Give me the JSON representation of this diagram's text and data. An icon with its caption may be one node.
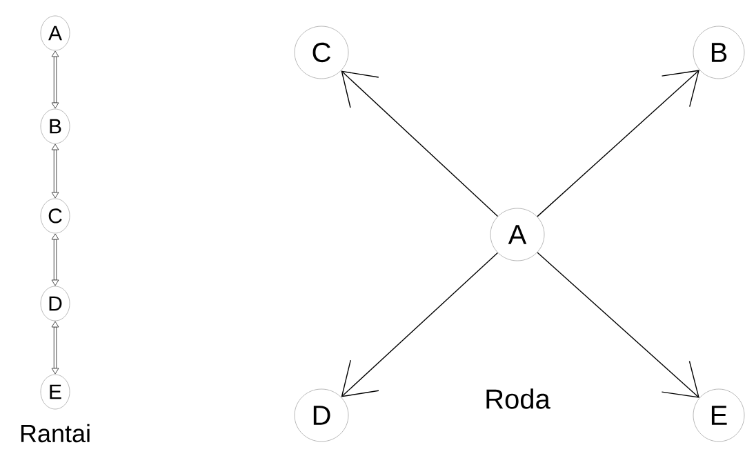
{
  "diagram": {
    "nodes": [
      {
        "text": [
          "A"
        ]
      },
      {
        "text": [
          "B"
        ]
      },
      {
        "text": [
          "C"
        ]
      },
      {
        "text": [
          "D"
        ]
      },
      {
        "text": [
          "E"
        ]
      },
      {
        "text": [
          "C"
        ]
      },
      {
        "text": [
          "B"
        ]
      },
      {
        "text": [
          "A"
        ]
      },
      {
        "text": [
          "D"
        ]
      },
      {
        "text": [
          "E"
        ]
      }
    ],
    "edges": [
      {
        "from": 0,
        "to": 1,
        "arrow": "both",
        "style": "thick"
      },
      {
        "from": 1,
        "to": 2,
        "arrow": "both",
        "style": "thick"
      },
      {
        "from": 2,
        "to": 3,
        "arrow": "both",
        "style": "thick"
      },
      {
        "from": 3,
        "to": 4,
        "arrow": "both",
        "style": "thick"
      },
      {
        "from": 7,
        "to": 5,
        "arrow": "to"
      },
      {
        "from": 7,
        "to": 6,
        "arrow": "to"
      },
      {
        "from": 7,
        "to": 8,
        "arrow": "to"
      },
      {
        "from": 7,
        "to": 9,
        "arrow": "to"
      }
    ],
    "labels": [
      "Rantai",
      "Roda"
    ]
  }
}
